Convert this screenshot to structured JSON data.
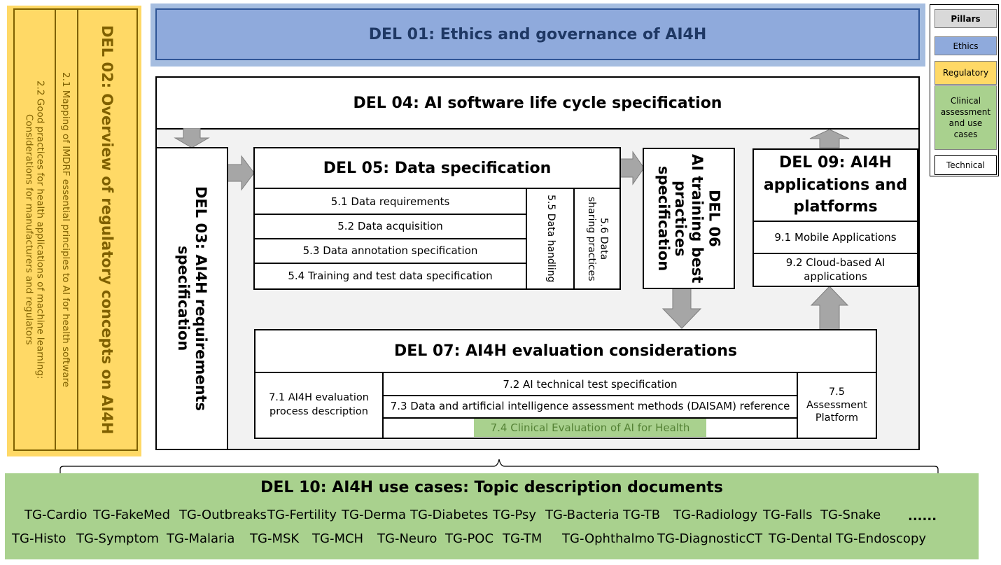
{
  "del01": {
    "title": "DEL 01: Ethics and governance of AI4H"
  },
  "del02": {
    "title": "DEL 02: Overview of regulatory concepts on AI4H",
    "sub1": "2.1 Mapping of IMDRF essential principles to AI for health software",
    "sub2_line1": "2.2 Good practices for health applications of machine learning:",
    "sub2_line2": "Considerations for manufacturers and regulators"
  },
  "del03": {
    "title_line1": "DEL 03: AI4H requirements",
    "title_line2": "specification"
  },
  "del04": {
    "title": "DEL 04: AI software life cycle specification"
  },
  "del05": {
    "title": "DEL 05: Data specification",
    "rows": [
      "5.1 Data requirements",
      "5.2 Data acquisition",
      "5.3 Data annotation specification",
      "5.4 Training and test data specification"
    ],
    "col_55": "5.5 Data handling",
    "col_56_line1": "5.6 Data",
    "col_56_line2": "sharing practices"
  },
  "del06": {
    "title_line1": "DEL 06",
    "title_line2": "AI training best",
    "title_line3": "practices",
    "title_line4": "specification"
  },
  "del07": {
    "title": "DEL 07: AI4H evaluation considerations",
    "item_71_line1": "7.1 AI4H evaluation",
    "item_71_line2": "process description",
    "item_72": "7.2 AI technical test specification",
    "item_73": "7.3 Data and artificial intelligence assessment methods (DAISAM) reference",
    "item_74": "7.4 Clinical Evaluation of AI for Health",
    "item_75_line1": "7.5",
    "item_75_line2": "Assessment",
    "item_75_line3": "Platform"
  },
  "del09": {
    "title_line1": "DEL 09: AI4H",
    "title_line2": "applications and",
    "title_line3": "platforms",
    "item_91": "9.1 Mobile Applications",
    "item_92_line1": "9.2 Cloud-based AI",
    "item_92_line2": "applications"
  },
  "del10": {
    "title": "DEL 10: AI4H use cases: Topic description documents",
    "row1": [
      "TG-Cardio",
      "TG-FakeMed",
      "TG-Outbreaks",
      "TG-Fertility",
      "TG-Derma",
      "TG-Diabetes",
      "TG-Psy",
      "TG-Bacteria",
      "TG-TB",
      "TG-Radiology",
      "TG-Falls",
      "TG-Snake",
      "......"
    ],
    "row2": [
      "TG-Histo",
      "TG-Symptom",
      "TG-Malaria",
      "TG-MSK",
      "TG-MCH",
      "TG-Neuro",
      "TG-POC",
      "TG-TM",
      "TG-Ophthalmo",
      "TG-DiagnosticCT",
      "TG-Dental",
      "TG-Endoscopy"
    ]
  },
  "legend": {
    "pillars": "Pillars",
    "ethics": "Ethics",
    "regulatory": "Regulatory",
    "clinical_line1": "Clinical",
    "clinical_line2": "assessment",
    "clinical_line3": "and use",
    "clinical_line4": "cases",
    "technical": "Technical"
  },
  "colors": {
    "ethics": "#8faadc",
    "regulatory": "#ffd966",
    "clinical": "#a9d18e",
    "pillars": "#d9d9d9",
    "arrow": "#a6a6a6",
    "regulatory_text": "#7f6000",
    "ethics_text": "#1f3864"
  }
}
